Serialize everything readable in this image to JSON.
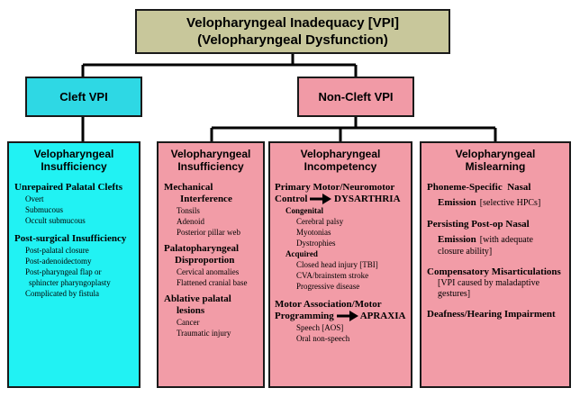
{
  "root": {
    "line1": "Velopharyngeal Inadequacy [VPI]",
    "line2": "(Velopharyngeal Dysfunction)"
  },
  "level1": {
    "cleft": "Cleft VPI",
    "non_cleft": "Non-Cleft VPI"
  },
  "columns": {
    "cleft_insufficiency": {
      "title1": "Velopharyngeal",
      "title2": "Insufficiency",
      "sections": [
        {
          "heading": "Unrepaired Palatal Clefts",
          "items": [
            "Overt",
            "Submucous",
            "Occult submucous"
          ]
        },
        {
          "heading": "Post-surgical Insufficiency",
          "items": [
            "Post-palatal closure",
            "Post-adenoidectomy",
            "Post-pharyngeal flap or",
            "sphincter pharyngoplasty",
            "Complicated by fistula"
          ]
        }
      ]
    },
    "insufficiency": {
      "title1": "Velopharyngeal",
      "title2": "Insufficiency",
      "sections": [
        {
          "heading1": "Mechanical",
          "heading2": "Interference",
          "items": [
            "Tonsils",
            "Adenoid",
            "Posterior pillar web"
          ]
        },
        {
          "heading1": "Palatopharyngeal",
          "heading2": "Disproportion",
          "items": [
            "Cervical anomalies",
            "Flattened cranial base"
          ]
        },
        {
          "heading1": "Ablative palatal",
          "heading2": "lesions",
          "items": [
            "Cancer",
            "Traumatic injury"
          ]
        }
      ]
    },
    "incompetency": {
      "title1": "Velopharyngeal",
      "title2": "Incompetency",
      "motor_heading1": "Primary Motor/Neuromotor",
      "motor_heading2": "Control",
      "motor_result": "DYSARTHRIA",
      "congenital_label": "Congenital",
      "congenital_items": [
        "Cerebral palsy",
        "Myotonias",
        "Dystrophies"
      ],
      "acquired_label": "Acquired",
      "acquired_items": [
        "Closed head injury [TBI]",
        "CVA/brainstem stroke",
        "Progressive disease"
      ],
      "assoc_heading1": "Motor Association/Motor",
      "assoc_heading2": "Programming",
      "assoc_result": "APRAXIA",
      "assoc_items": [
        "Speech [AOS]",
        "Oral non-speech"
      ]
    },
    "mislearning": {
      "title1": "Velopharyngeal",
      "title2": "Mislearning",
      "s1_heading1": "Phoneme-Specific  Nasal",
      "s1_heading2": "Emission",
      "s1_note": "[selective HPCs]",
      "s2_heading1": "Persisting Post-op Nasal",
      "s2_heading2": "Emission",
      "s2_note1": "[with adequate",
      "s2_note2": "closure ability]",
      "s3_heading": "Compensatory Misarticulations",
      "s3_note1": "[VPI caused by maladaptive",
      "s3_note2": "gestures]",
      "s4_heading": "Deafness/Hearing Impairment"
    }
  },
  "colors": {
    "root": "#c8c79b",
    "cleft": "#2ed8e4",
    "cleft_column": "#21f2f3",
    "non_cleft": "#f19aa6",
    "non_cleft_columns": "#f29ca7",
    "connector": "#000000"
  }
}
